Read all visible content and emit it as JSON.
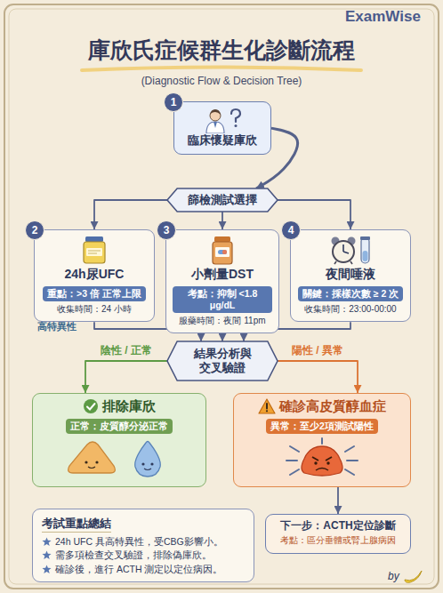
{
  "diagram": {
    "title": "庫欣氏症候群生化診斷流程",
    "nodes": [
      {
        "text": [
          "臨床懷疑庫欣"
        ]
      },
      {
        "text": [
          "篩檢測試選擇"
        ]
      },
      {
        "text": [
          "24h尿UFC",
          "重點：>3 倍 正常上限",
          "收集時間：24 小時"
        ]
      },
      {
        "text": [
          "小劑量DST",
          "考點：抑制 <1.8 μg/dL",
          "服藥時間：夜間 11pm"
        ]
      },
      {
        "text": [
          "夜間唾液",
          "關鍵：採樣次數 ≥ 2 次",
          "收集時間：23:00-00:00"
        ]
      },
      {
        "text": [
          "結果分析與 交叉驗證"
        ]
      },
      {
        "text": [
          "排除庫欣",
          "正常：皮質醇分泌正常"
        ]
      },
      {
        "text": [
          "確診高皮質醇血症",
          "異常：至少2項測試陽性"
        ]
      },
      {
        "text": [
          "下一步：ACTH定位診斷",
          "考點：區分垂體或腎上腺病因"
        ]
      },
      {
        "text": [
          "考試重點總結",
          "24h UFC 具高特異性，受CBG影響小。",
          "需多項檢查交叉驗證，排除偽庫欣。",
          "確診後，進行 ACTH 測定以定位病因。"
        ]
      }
    ],
    "edges": [
      {
        "from": 0,
        "to": 1,
        "arrow": "to"
      },
      {
        "from": 1,
        "to": 2,
        "arrow": "to"
      },
      {
        "from": 1,
        "to": 3,
        "arrow": "to"
      },
      {
        "from": 1,
        "to": 4,
        "arrow": "to"
      },
      {
        "from": 2,
        "to": 5,
        "arrow": "to"
      },
      {
        "from": 3,
        "to": 5,
        "arrow": "to"
      },
      {
        "from": 4,
        "to": 5,
        "arrow": "to"
      },
      {
        "from": 5,
        "to": 6,
        "label": "陰性 / 正常",
        "arrow": "to"
      },
      {
        "from": 5,
        "to": 7,
        "label": "陽性 / 異常",
        "arrow": "to"
      },
      {
        "from": 7,
        "to": 8,
        "arrow": "to"
      }
    ],
    "labels": [
      "ExamWise",
      "(Diagnostic Flow & Decision Tree)",
      "1",
      "2",
      "3",
      "4",
      "高特異性",
      "by"
    ]
  }
}
